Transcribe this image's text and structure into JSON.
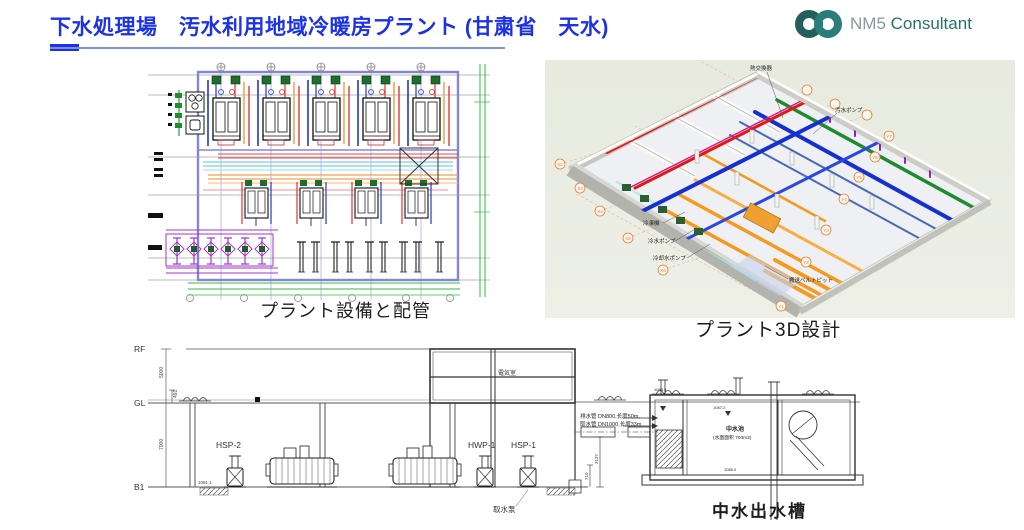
{
  "colors": {
    "accent_blue": "#1c32e6",
    "brand_teal": "#27706b"
  },
  "header": {
    "title": "下水処理場　汚水利用地域冷暖房プラント (甘粛省　天水)",
    "logo": {
      "name_gray": "NM5",
      "name_teal": "Consultant"
    }
  },
  "plan2d": {
    "caption": "プラント設備と配管"
  },
  "render3d": {
    "caption": "プラント3D設計",
    "labels": {
      "heat_exchanger": "熱交換器",
      "sewage_pump": "汚水ポンプ",
      "chiller": "冷凍機",
      "chilled_water_pump": "冷水ポンプ",
      "cooling_water_pump": "冷却水ポンプ",
      "belt_pit": "搬送ベルトピット"
    },
    "axis_x": [
      "X2",
      "X3",
      "X4",
      "X5",
      "X6"
    ],
    "axis_y": [
      "Y1",
      "Y2",
      "Y3",
      "Y4",
      "Y5",
      "Y6",
      "Y7"
    ]
  },
  "section": {
    "caption": "中水出水槽",
    "level_rf": "RF",
    "level_gl": "GL",
    "level_b1": "B1",
    "dim_upper": "5000",
    "dim_small": "491",
    "dim_lower": "7000",
    "dim_710": "710",
    "dim_3137": "3137",
    "elev_b1": "1081.1",
    "label_hsp2": "HSP-2",
    "label_hwp1": "HWP-1",
    "label_hsp1": "HSP-1",
    "label_intake_pump": "取水泵",
    "label_electric_room": "電気室",
    "pipe_note1": "排水管 DN800,长度50m,",
    "pipe_note2": "取水管 DN1000,长度33m",
    "tank_name": "中水池",
    "tank_area": "(水面面积 700m2)",
    "elev_top": "1088.3",
    "elev_mid": "1087.2",
    "elev_bottom": "1085.0"
  }
}
